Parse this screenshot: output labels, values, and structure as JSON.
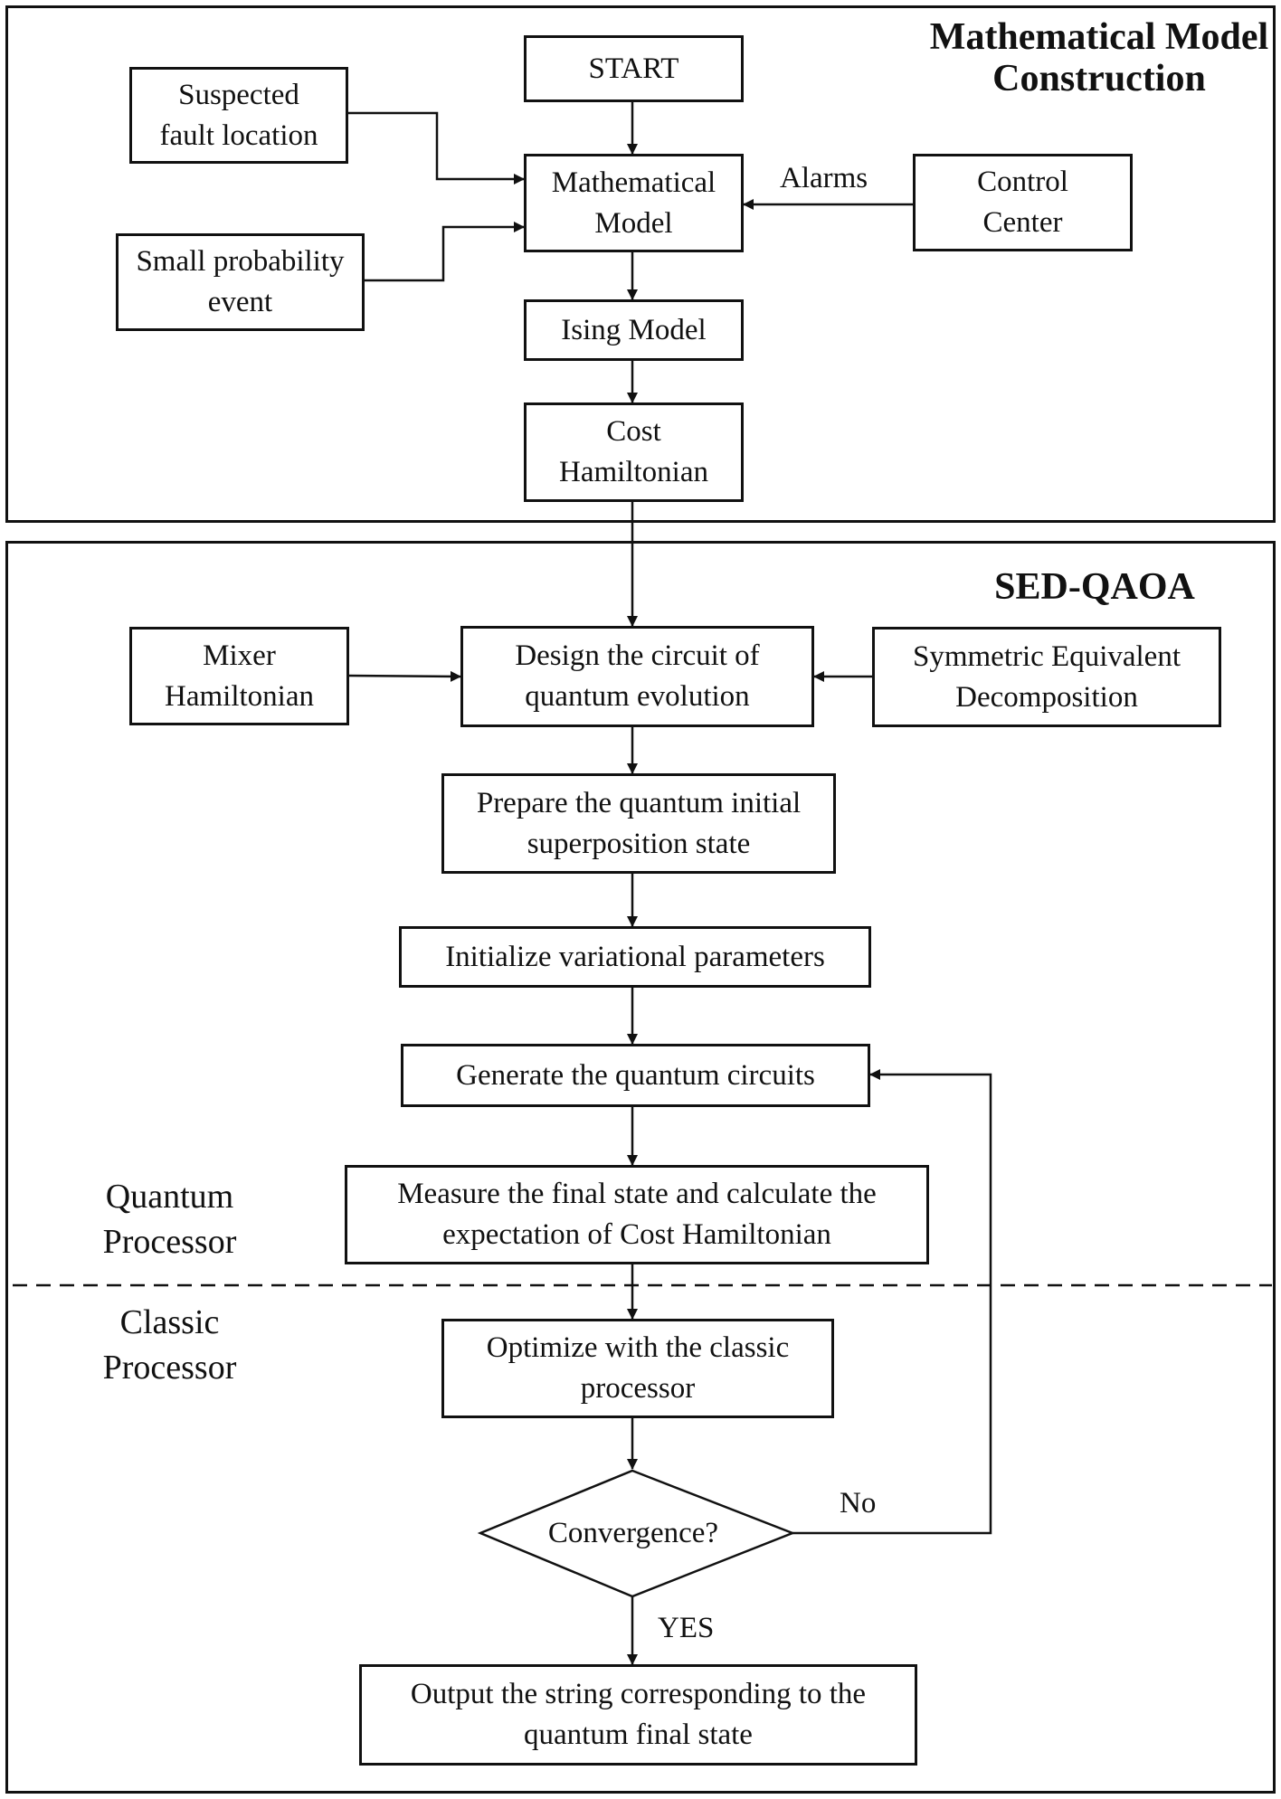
{
  "sections": {
    "model_construction": {
      "title": "Mathematical Model\nConstruction"
    },
    "sed_qaoa": {
      "title": "SED-QAOA"
    }
  },
  "nodes": {
    "start": "START",
    "suspected_fault": "Suspected\nfault location",
    "small_probability": "Small probability\nevent",
    "math_model": "Mathematical\nModel",
    "control_center": "Control\nCenter",
    "ising_model": "Ising Model",
    "cost_hamiltonian": "Cost\nHamiltonian",
    "mixer_hamiltonian": "Mixer\nHamiltonian",
    "design_circuit": "Design the circuit of\nquantum evolution",
    "symmetric_decomp": "Symmetric Equivalent\nDecomposition",
    "prepare_state": "Prepare the quantum initial\nsuperposition state",
    "init_params": "Initialize variational parameters",
    "generate_circuits": "Generate the quantum circuits",
    "measure_final": "Measure the final state and calculate the\nexpectation of Cost Hamiltonian",
    "optimize_classic": "Optimize with the classic\nprocessor",
    "convergence": "Convergence?",
    "output_string": "Output the string corresponding to the\nquantum final state"
  },
  "edge_labels": {
    "alarms": "Alarms",
    "no": "No",
    "yes": "YES"
  },
  "region_labels": {
    "quantum_processor": "Quantum\nProcessor",
    "classic_processor": "Classic\nProcessor"
  }
}
